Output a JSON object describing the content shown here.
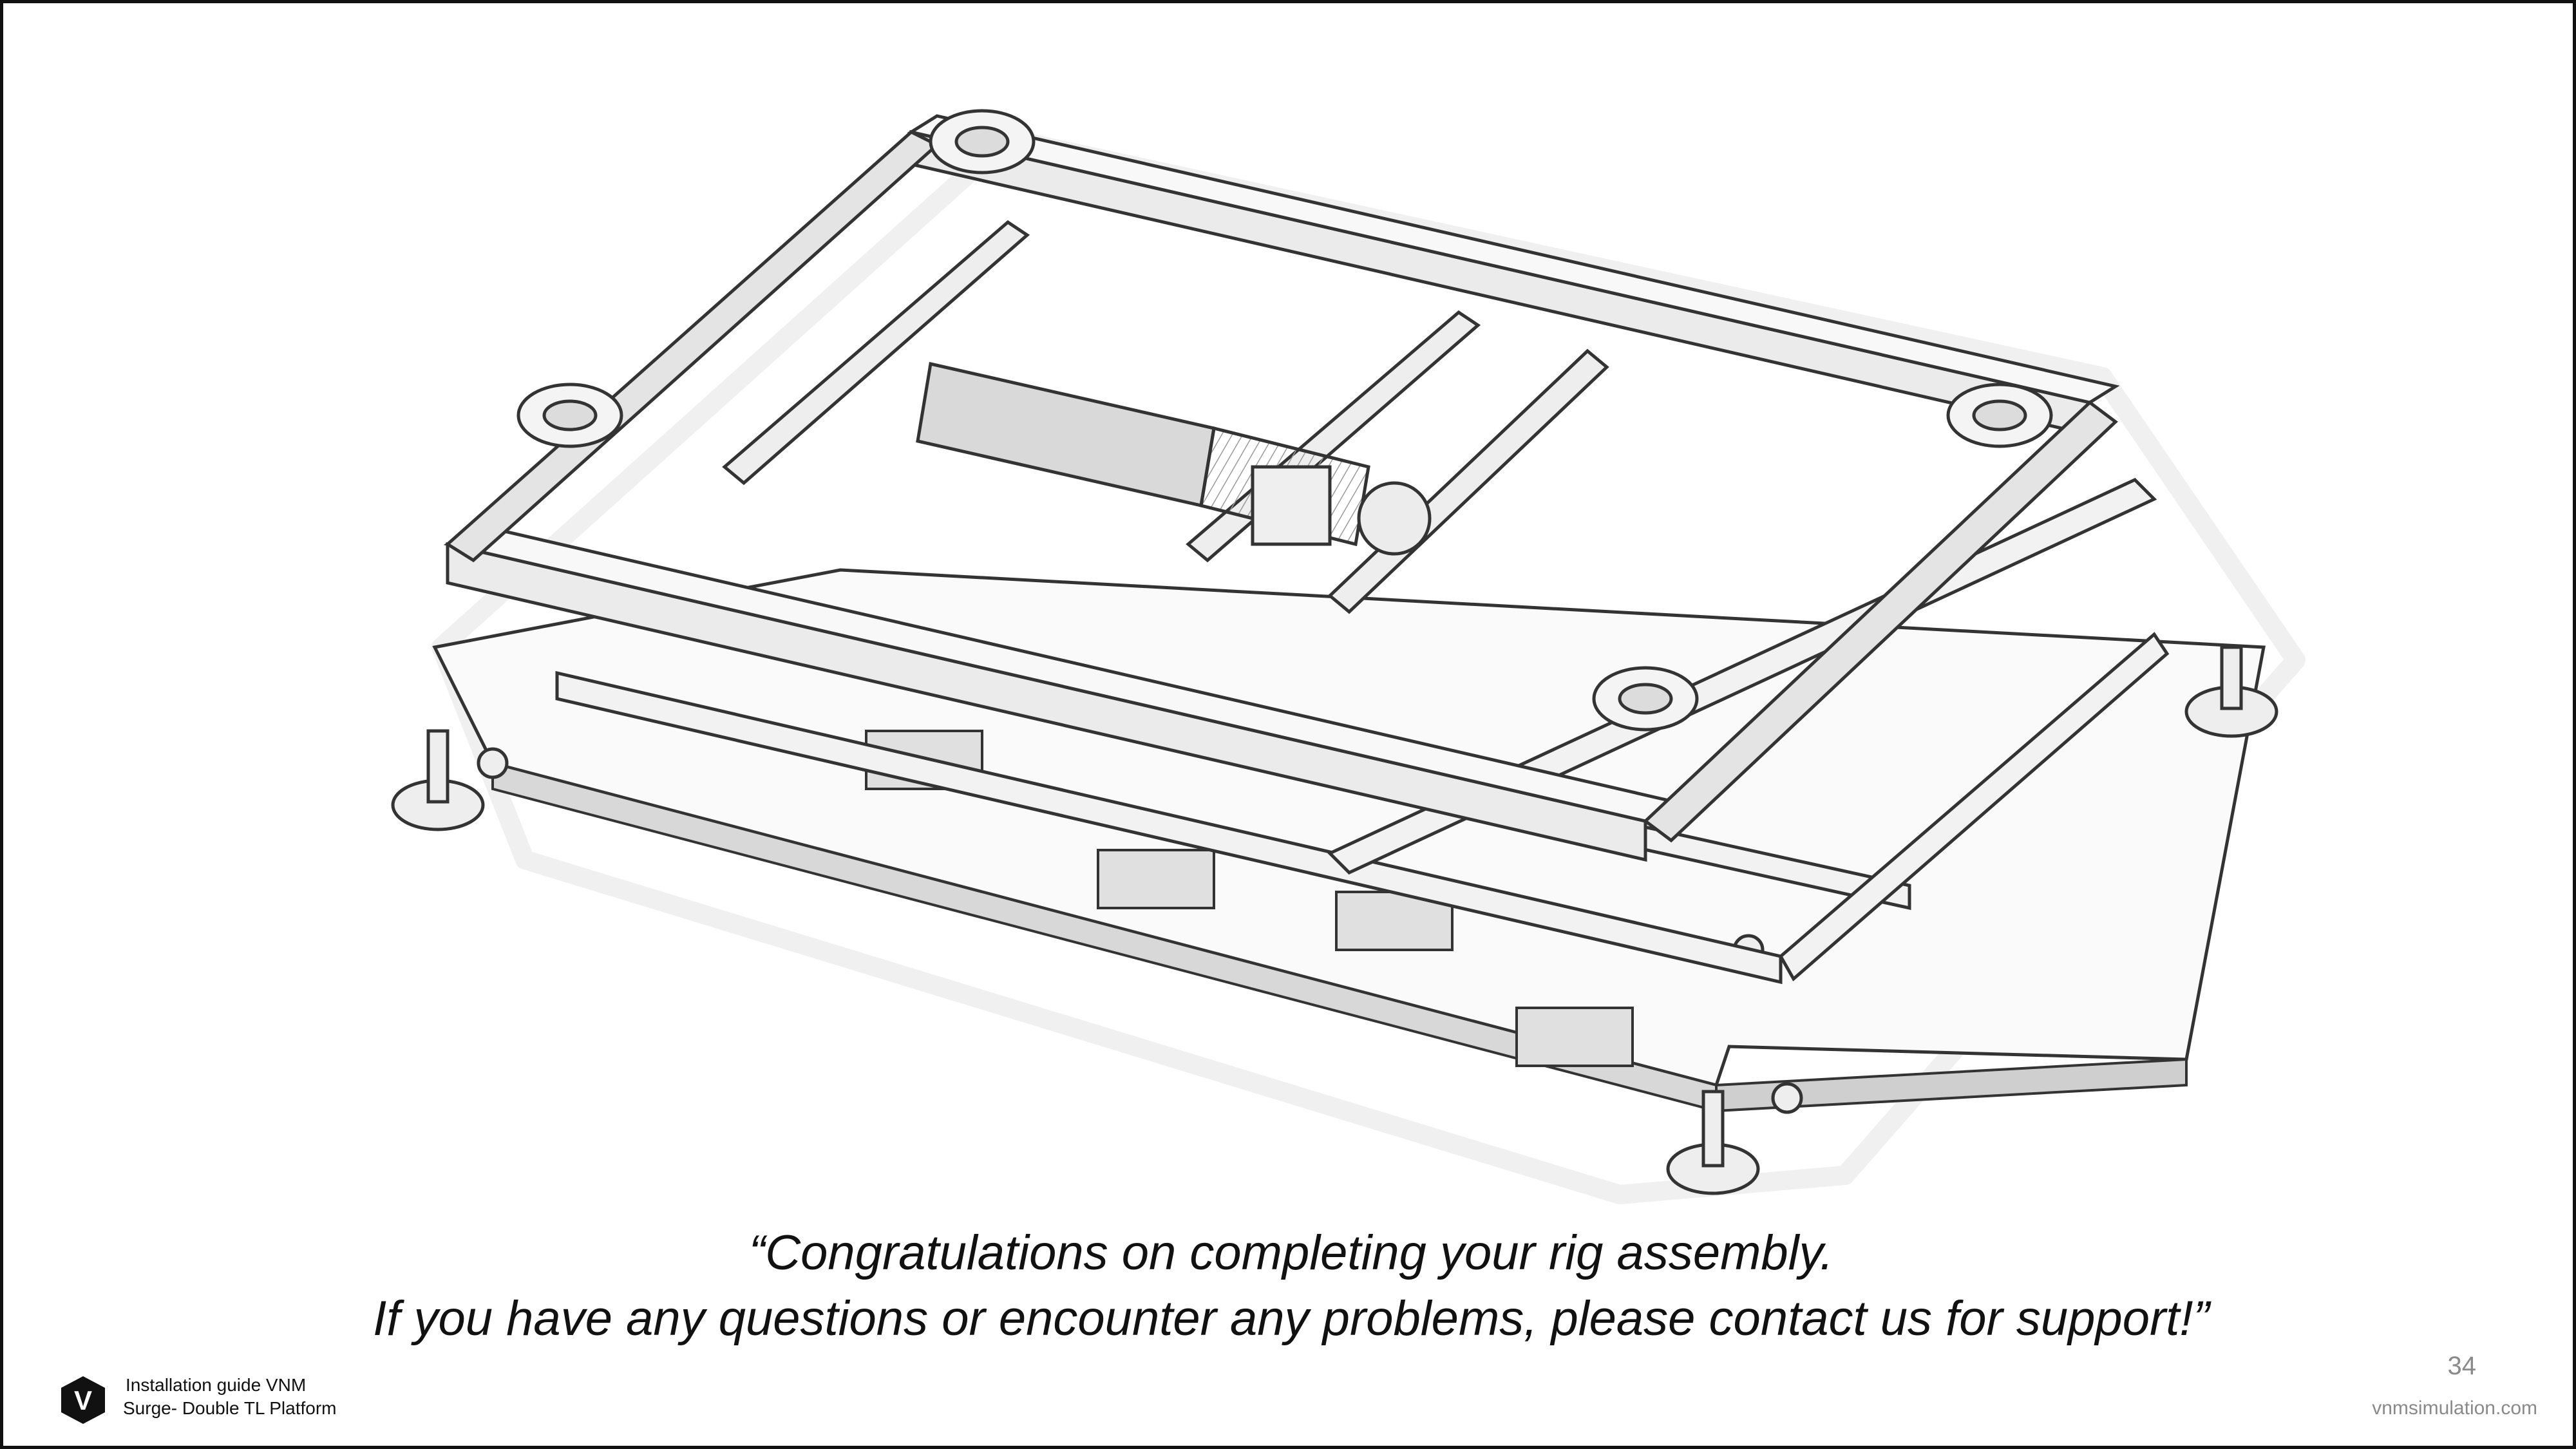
{
  "quote": {
    "line1": "“Congratulations on completing your rig assembly.",
    "line2": "If you have any questions or encounter any problems, please contact us for support!”"
  },
  "footer": {
    "logo_icon": "vnm-shield-logo-icon",
    "logo_letter": "V",
    "guide_line1": "Installation guide VNM",
    "guide_line2": "Surge- Double TL Platform",
    "page_number": "34",
    "website": "vnmsimulation.com"
  },
  "colors": {
    "frame": "#111111",
    "muted_text": "#8a8a8a",
    "drawing_stroke": "#333333",
    "drawing_fill": "#e6e6e6"
  }
}
